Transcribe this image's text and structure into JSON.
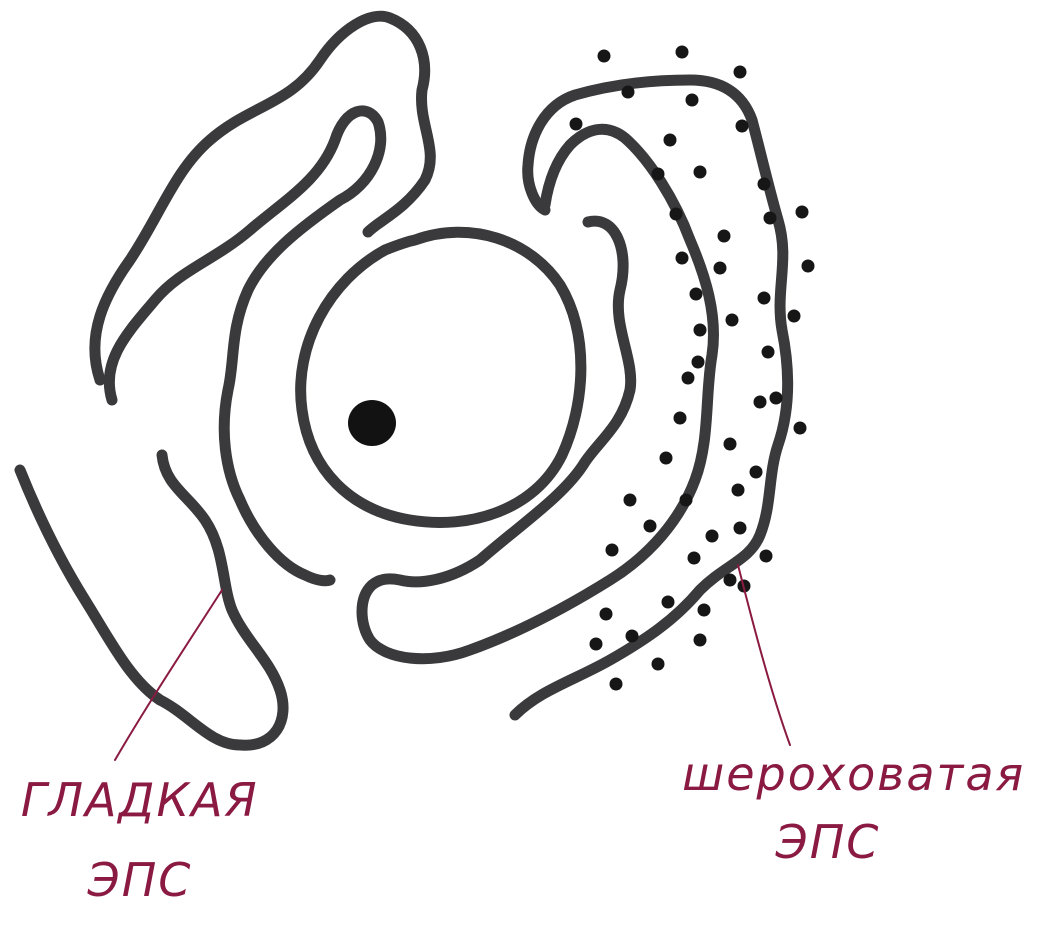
{
  "labels": {
    "smooth_er": [
      "ГЛАДКАЯ",
      "ЭПС"
    ],
    "rough_er": [
      "шероховатая",
      "ЭПС"
    ]
  },
  "colors": {
    "membrane": "#3a3a3d",
    "ribosome": "#161616",
    "nucleolus": "#121212",
    "annotation": "#8a1a42",
    "background": "#ffffff"
  },
  "structures": {
    "nucleus": "nucleus-circle",
    "nucleolus": "nucleolus-dot",
    "ribosomes": "ribosome-dots"
  }
}
